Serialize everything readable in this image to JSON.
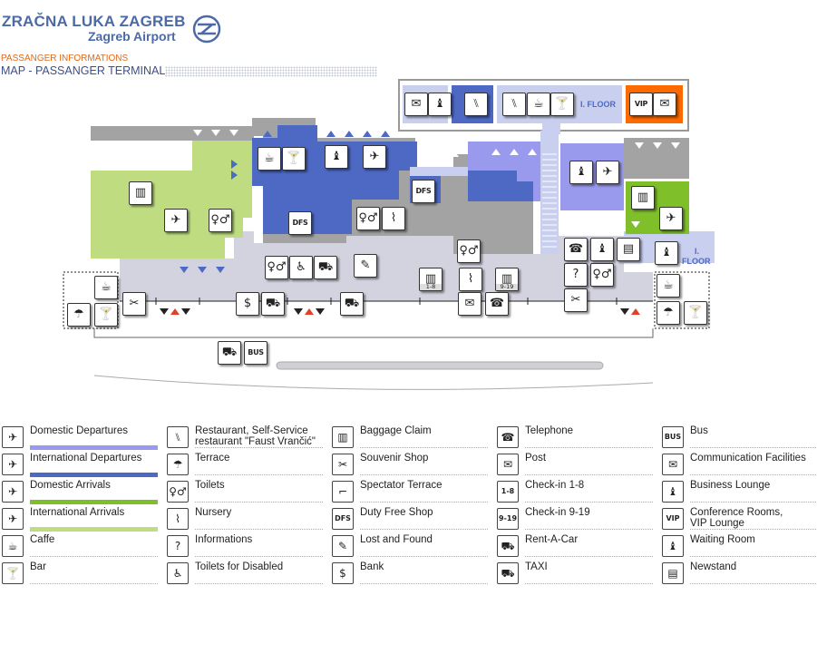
{
  "header": {
    "title": "ZRAČNA LUKA ZAGREB",
    "subtitle": "Zagreb Airport",
    "section": "PASSANGER INFORMATIONS",
    "page_title": "MAP - PASSANGER TERMINAL"
  },
  "map": {
    "floor_label_1": "I. FLOOR",
    "floor_label_2_line1": "I.",
    "floor_label_2_line2": "FLOOR",
    "dfs": "DFS",
    "vip": "VIP",
    "checkin_1": "1-8",
    "checkin_2": "9-19",
    "bus": "BUS"
  },
  "colors": {
    "international": "#4d69c4",
    "domestic_departures": "#9999ee",
    "light_blue": "#c9cfef",
    "domestic_arrivals": "#7fbf2a",
    "international_arrivals": "#bfdd80",
    "gray": "#a3a3a3",
    "light_gray": "#d3d2df",
    "vip": "#ff6a00"
  },
  "legend": [
    [
      {
        "icon": "domestic-departures-icon",
        "label": "Domestic Departures",
        "color": "#9999ee"
      },
      {
        "icon": "international-departures-icon",
        "label": "International Departures",
        "color": "#4d69c4"
      },
      {
        "icon": "domestic-arrivals-icon",
        "label": "Domestic Arrivals",
        "color": "#7fbf2a"
      },
      {
        "icon": "international-arrivals-icon",
        "label": "International Arrivals",
        "color": "#bfdd80"
      },
      {
        "icon": "caffe-icon",
        "label": "Caffe"
      },
      {
        "icon": "bar-icon",
        "label": "Bar"
      }
    ],
    [
      {
        "icon": "restaurant-icon",
        "label": "Restaurant, Self-Service",
        "label2": "restaurant \"Faust Vrančić\""
      },
      {
        "icon": "terrace-icon",
        "label": "Terrace"
      },
      {
        "icon": "toilets-icon",
        "label": "Toilets"
      },
      {
        "icon": "nursery-icon",
        "label": "Nursery"
      },
      {
        "icon": "informations-icon",
        "label": "Informations"
      },
      {
        "icon": "toilets-disabled-icon",
        "label": "Toilets for Disabled"
      }
    ],
    [
      {
        "icon": "baggage-claim-icon",
        "label": "Baggage Claim"
      },
      {
        "icon": "souvenir-shop-icon",
        "label": "Souvenir Shop"
      },
      {
        "icon": "spectator-terrace-icon",
        "label": "Spectator Terrace"
      },
      {
        "icon": "duty-free-shop-icon",
        "label": "Duty Free Shop",
        "text": "DFS"
      },
      {
        "icon": "lost-and-found-icon",
        "label": "Lost and Found"
      },
      {
        "icon": "bank-icon",
        "label": "Bank"
      }
    ],
    [
      {
        "icon": "telephone-icon",
        "label": "Telephone"
      },
      {
        "icon": "post-icon",
        "label": "Post"
      },
      {
        "icon": "check-in-1-8-icon",
        "label": "Check-in 1-8",
        "text": "1-8"
      },
      {
        "icon": "check-in-9-19-icon",
        "label": "Check-in 9-19",
        "text": "9-19"
      },
      {
        "icon": "rent-a-car-icon",
        "label": "Rent-A-Car"
      },
      {
        "icon": "taxi-icon",
        "label": "TAXI"
      }
    ],
    [
      {
        "icon": "bus-icon",
        "label": "Bus",
        "text": "BUS"
      },
      {
        "icon": "communication-facilities-icon",
        "label": "Communication Facilities"
      },
      {
        "icon": "business-lounge-icon",
        "label": "Business Lounge"
      },
      {
        "icon": "conference-vip-icon",
        "label": "Conference Rooms,",
        "label2": "VIP Lounge",
        "text": "VIP"
      },
      {
        "icon": "waiting-room-icon",
        "label": "Waiting Room"
      },
      {
        "icon": "newstand-icon",
        "label": "Newstand"
      }
    ]
  ]
}
